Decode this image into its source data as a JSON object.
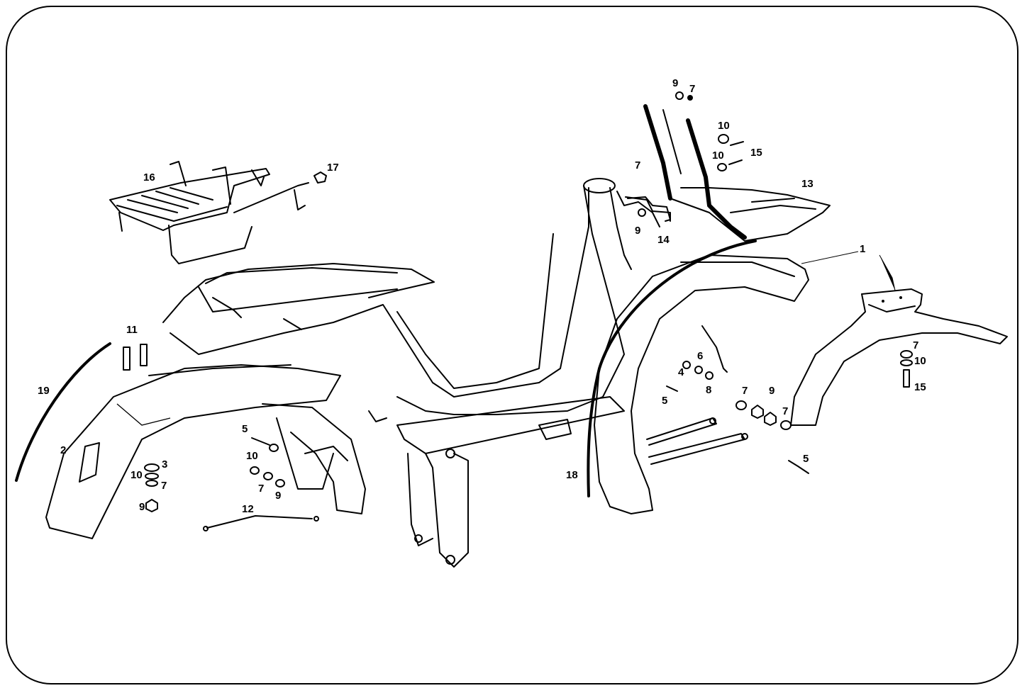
{
  "callouts": [
    {
      "id": "c1",
      "text": "1"
    },
    {
      "id": "c2",
      "text": "2"
    },
    {
      "id": "c3",
      "text": "3"
    },
    {
      "id": "c4",
      "text": "4"
    },
    {
      "id": "c5a",
      "text": "5"
    },
    {
      "id": "c5b",
      "text": "5"
    },
    {
      "id": "c5c",
      "text": "5"
    },
    {
      "id": "c6",
      "text": "6"
    },
    {
      "id": "c7a",
      "text": "7"
    },
    {
      "id": "c7b",
      "text": "7"
    },
    {
      "id": "c7c",
      "text": "7"
    },
    {
      "id": "c7d",
      "text": "7"
    },
    {
      "id": "c7e",
      "text": "7"
    },
    {
      "id": "c7f",
      "text": "7"
    },
    {
      "id": "c7g",
      "text": "7"
    },
    {
      "id": "c8",
      "text": "8"
    },
    {
      "id": "c9a",
      "text": "9"
    },
    {
      "id": "c9b",
      "text": "9"
    },
    {
      "id": "c9c",
      "text": "9"
    },
    {
      "id": "c9d",
      "text": "9"
    },
    {
      "id": "c9e",
      "text": "9"
    },
    {
      "id": "c10a",
      "text": "10"
    },
    {
      "id": "c10b",
      "text": "10"
    },
    {
      "id": "c10c",
      "text": "10"
    },
    {
      "id": "c10d",
      "text": "10"
    },
    {
      "id": "c10e",
      "text": "10"
    },
    {
      "id": "c11",
      "text": "11"
    },
    {
      "id": "c12",
      "text": "12"
    },
    {
      "id": "c13",
      "text": "13"
    },
    {
      "id": "c14",
      "text": "14"
    },
    {
      "id": "c15a",
      "text": "15"
    },
    {
      "id": "c15b",
      "text": "15"
    },
    {
      "id": "c16",
      "text": "16"
    },
    {
      "id": "c17",
      "text": "17"
    },
    {
      "id": "c18",
      "text": "18"
    },
    {
      "id": "c19",
      "text": "19"
    }
  ]
}
